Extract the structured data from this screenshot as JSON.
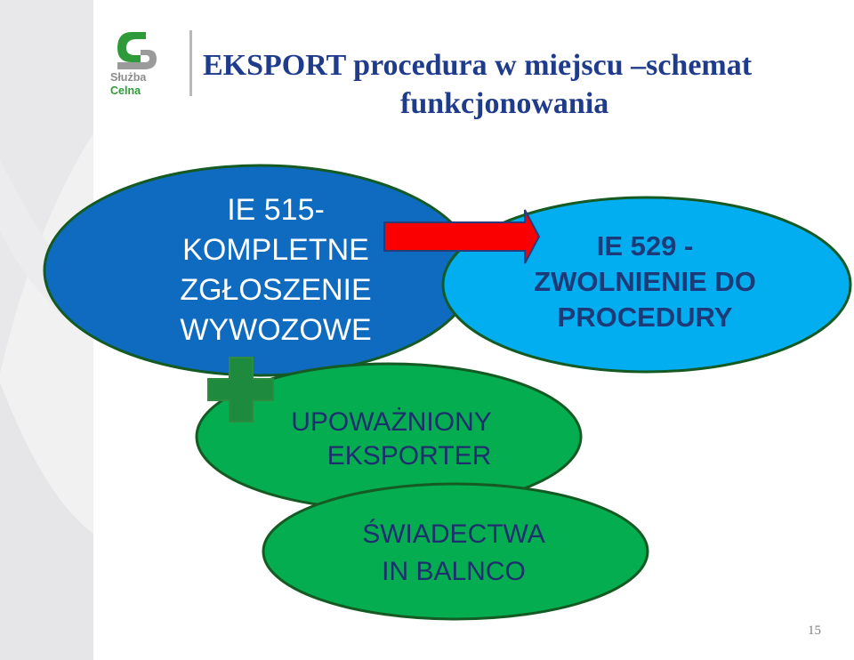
{
  "slide": {
    "title_line1": "EKSPORT procedura w miejscu –schemat",
    "title_line2": "funkcjonowania",
    "page_number": "15"
  },
  "logo": {
    "line1": "Służba",
    "line2": "Celna"
  },
  "nodes": {
    "ie515": {
      "lines": [
        "IE 515-",
        "KOMPLETNE",
        "ZGŁOSZENIE",
        "WYWOZOWE"
      ]
    },
    "ie529": {
      "lines": [
        "IE 529 -",
        "ZWOLNIENIE DO",
        "PROCEDURY"
      ]
    },
    "upowazniony": {
      "lines": [
        "UPOWAŻNIONY",
        "EKSPORTER"
      ]
    },
    "swiadectwa": {
      "lines": [
        "ŚWIADECTWA",
        "IN BALNCO"
      ]
    }
  },
  "colors": {
    "ie515_fill": "#0f6bbf",
    "ie529_fill": "#02aeef",
    "green_fill": "#04ad4f",
    "arrow_fill": "#fa0000",
    "plus_fill": "#1e8a3e",
    "title_color": "#1f3b8c"
  }
}
